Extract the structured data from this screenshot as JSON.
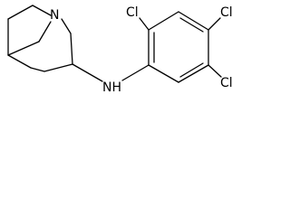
{
  "molecule": {
    "atoms": {
      "quinuclidine_n": "N",
      "amine_nh": "NH",
      "cl_ortho": "Cl",
      "cl_para": "Cl",
      "cl_meta": "Cl"
    }
  }
}
